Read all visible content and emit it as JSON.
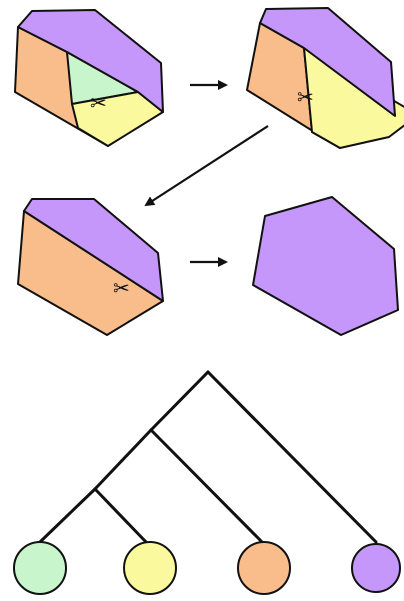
{
  "colors": {
    "green": "#c8f5cc",
    "yellow": "#fbf99e",
    "orange": "#f9bd8c",
    "purple": "#c597fb",
    "line": "#111111"
  },
  "icons": {
    "cut_marker": "scissors-icon",
    "step_arrow": "arrow-right-icon",
    "row_arrow": "arrow-down-left-icon"
  },
  "diagram": {
    "cut_glyph": "✂",
    "steps": [
      {
        "id": "step-1",
        "pieces": [
          "orange",
          "green",
          "yellow",
          "purple"
        ]
      },
      {
        "id": "step-2",
        "pieces": [
          "orange",
          "yellow",
          "purple"
        ]
      },
      {
        "id": "step-3",
        "pieces": [
          "orange",
          "purple"
        ]
      },
      {
        "id": "step-4",
        "pieces": [
          "purple"
        ]
      }
    ],
    "tree": {
      "leaves": [
        "green",
        "yellow",
        "orange",
        "purple"
      ]
    }
  }
}
